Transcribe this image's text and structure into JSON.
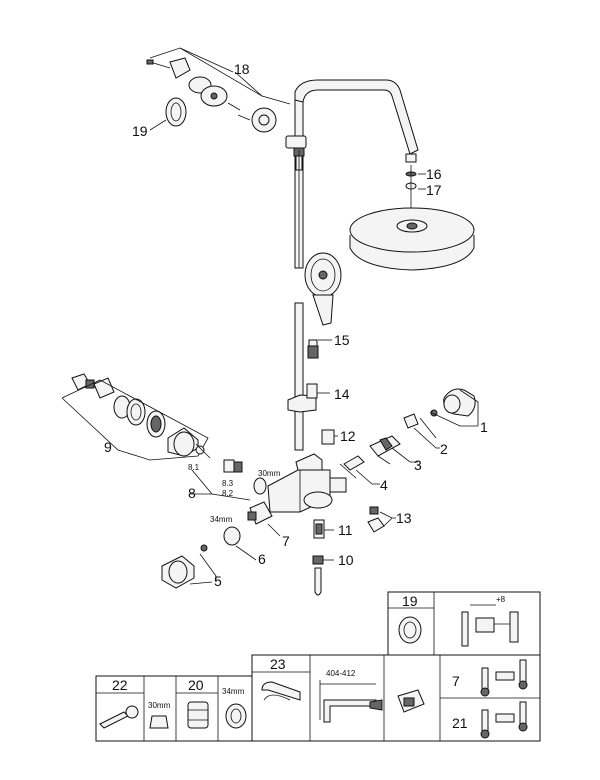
{
  "callouts": {
    "c1": "1",
    "c2": "2",
    "c3": "3",
    "c4": "4",
    "c5": "5",
    "c6": "6",
    "c7": "7",
    "c8": "8",
    "c8_1": "8.1",
    "c8_2": "8.2",
    "c8_3": "8.3",
    "c9": "9",
    "c10": "10",
    "c11": "11",
    "c12": "12",
    "c13": "13",
    "c14": "14",
    "c15": "15",
    "c16": "16",
    "c17": "17",
    "c18": "18",
    "c19": "19"
  },
  "dims": {
    "d30mm_main": "30mm",
    "d34mm_main": "34mm",
    "d404_412": "404-412",
    "d30mm_tool": "30mm",
    "d34mm_tool": "34mm",
    "plus8": "+8"
  },
  "tables": {
    "t19": "19",
    "t22": "22",
    "t20": "20",
    "t23": "23",
    "t7": "7",
    "t21": "21"
  },
  "colors": {
    "line": "#111111",
    "part_fill": "#f4f4f4",
    "dark_fill": "#666666"
  },
  "icons": [
    "wall-bracket-icon",
    "shower-head-icon",
    "hand-shower-icon",
    "mixer-body-icon",
    "wrench-icon",
    "nut-icon",
    "sleeve-icon",
    "seal-icon",
    "thermometer-icon",
    "cartridge-icon"
  ]
}
